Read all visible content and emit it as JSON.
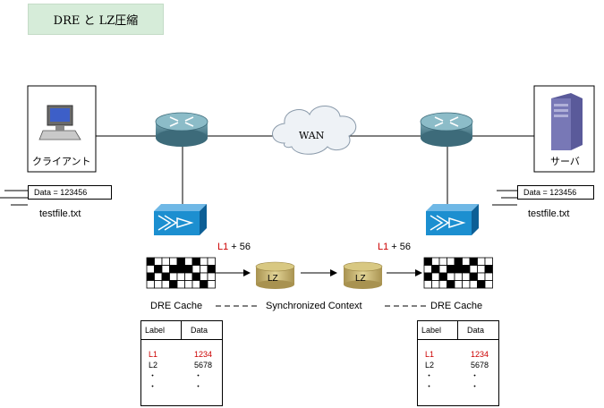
{
  "title": "DRE と LZ圧縮",
  "nodes": {
    "client_label": "クライアント",
    "server_label": "サーバ",
    "wan_label": "WAN"
  },
  "files": {
    "left_data": "Data = 123456",
    "left_name": "testfile.txt",
    "right_data": "Data = 123456",
    "right_name": "testfile.txt"
  },
  "signature": {
    "left_token": "L1",
    "left_rest": " + 56",
    "right_token": "L1",
    "right_rest": " + 56"
  },
  "lz": {
    "left": "LZ",
    "right": "LZ"
  },
  "cache_line": {
    "left": "DRE Cache",
    "middle": "Synchronized Context",
    "right": "DRE Cache"
  },
  "table_left": {
    "header_label": "Label",
    "header_data": "Data",
    "rows": [
      {
        "label": "L1",
        "data": "1234"
      },
      {
        "label": "L2",
        "data": "5678"
      },
      {
        "label": "・",
        "data": "・"
      },
      {
        "label": "・",
        "data": "・"
      }
    ]
  },
  "table_right": {
    "header_label": "Label",
    "header_data": "Data",
    "rows": [
      {
        "label": "L1",
        "data": "1234"
      },
      {
        "label": "L2",
        "data": "5678"
      },
      {
        "label": "・",
        "data": "・"
      },
      {
        "label": "・",
        "data": "・"
      }
    ]
  },
  "colors": {
    "title_bg": "#d6ecd9",
    "highlight": "#cc0000",
    "router": "#4f8090",
    "accelerator": "#1c8fd0",
    "lz_disk": "#c8b56e"
  }
}
